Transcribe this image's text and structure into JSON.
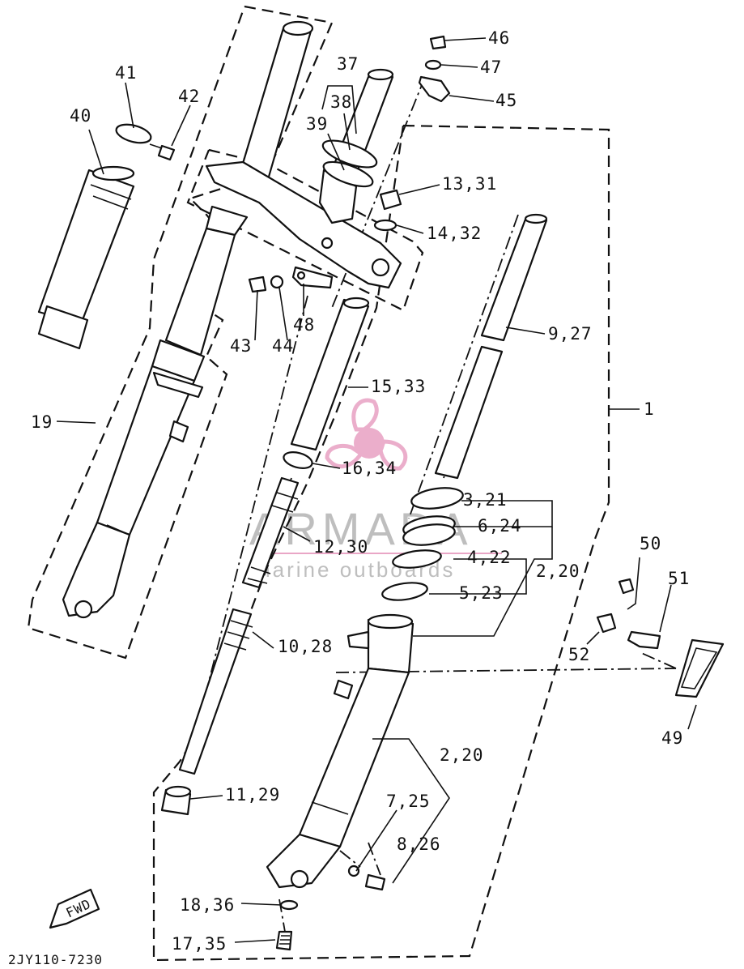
{
  "diagram": {
    "drawing_code": "2JY110-7230",
    "fwd_label": "FWD",
    "labels": {
      "l1": "1",
      "l19": "19",
      "l40": "40",
      "l41": "41",
      "l42": "42",
      "l37": "37",
      "l38": "38",
      "l39": "39",
      "l43": "43",
      "l44": "44",
      "l48": "48",
      "l46": "46",
      "l47": "47",
      "l45": "45",
      "l13_31": "13,31",
      "l14_32": "14,32",
      "l9_27": "9,27",
      "l15_33": "15,33",
      "l16_34": "16,34",
      "l12_30": "12,30",
      "l3_21": "3,21",
      "l6_24": "6,24",
      "l4_22": "4,22",
      "l2_20a": "2,20",
      "l5_23": "5,23",
      "l10_28": "10,28",
      "l50": "50",
      "l51": "51",
      "l52": "52",
      "l49": "49",
      "l2_20b": "2,20",
      "l7_25": "7,25",
      "l8_26": "8,26",
      "l11_29": "11,29",
      "l18_36": "18,36",
      "l17_35": "17,35"
    }
  },
  "watermark": {
    "brand": "ARMADA",
    "tagline": "marine outboards",
    "colors": {
      "logo": "#e9a6c6",
      "text": "#a9a9a9"
    }
  }
}
